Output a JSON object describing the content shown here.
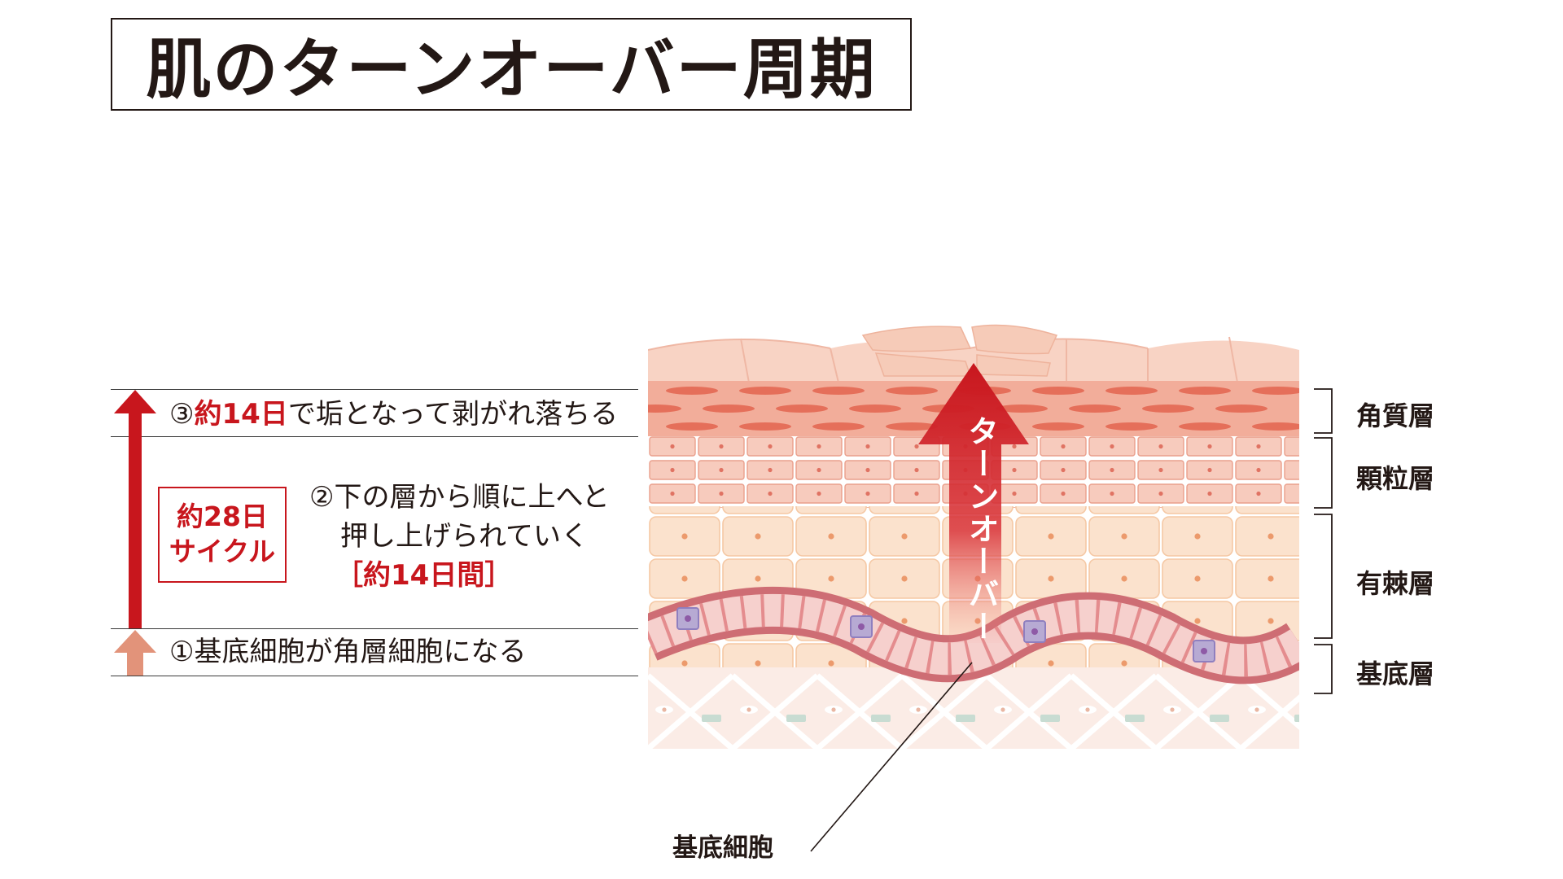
{
  "title": "肌のターンオーバー周期",
  "steps": {
    "step3": {
      "num": "③",
      "highlight": "約14日",
      "text": "で垢となって剥がれ落ちる"
    },
    "step2": {
      "line1": "②下の層から順に上へと",
      "line2": "押し上げられていく",
      "line3": "［約14日間］"
    },
    "step1": {
      "text": "①基底細胞が角層細胞になる"
    }
  },
  "cycle": {
    "line1": "約28日",
    "line2": "サイクル"
  },
  "arrow_label": "ターンオーバー",
  "layers": {
    "corneum": "角質層",
    "granular": "顆粒層",
    "spinous": "有棘層",
    "basal": "基底層"
  },
  "basal_cell_label": "基底細胞",
  "colors": {
    "accent_red": "#c8161d",
    "salmon_arrow": "#e2937a",
    "corneum": "#f2b3a0",
    "granular": "#f4c6b6",
    "spinous": "#f8dcc4",
    "basal_band": "#e89a9c",
    "dermis": "#fbece6"
  }
}
